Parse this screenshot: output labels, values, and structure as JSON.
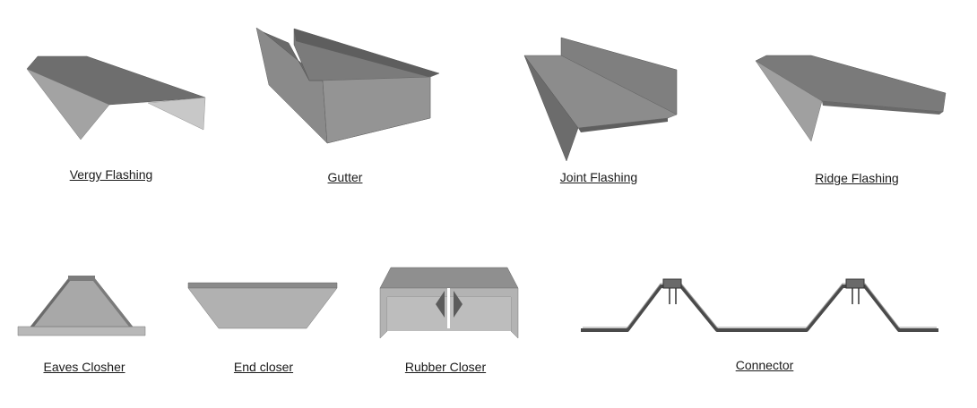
{
  "colors": {
    "metal_dark": "#6e6e6e",
    "metal_mid": "#8c8c8c",
    "metal_light": "#a9a9a9",
    "metal_pale": "#cfcfcf",
    "edge": "#555555",
    "label_text": "#1a1a1a"
  },
  "items": [
    {
      "label": "Vergy Flashing",
      "icon": "vergy-flashing-icon"
    },
    {
      "label": "Gutter",
      "icon": "gutter-icon"
    },
    {
      "label": "Joint Flashing",
      "icon": "joint-flashing-icon"
    },
    {
      "label": "Ridge Flashing",
      "icon": "ridge-flashing-icon"
    },
    {
      "label": "Eaves Closher",
      "icon": "eaves-closer-icon"
    },
    {
      "label": "End closer",
      "icon": "end-closer-icon"
    },
    {
      "label": "Rubber Closer",
      "icon": "rubber-closer-icon"
    },
    {
      "label": "Connector",
      "icon": "connector-icon"
    }
  ]
}
